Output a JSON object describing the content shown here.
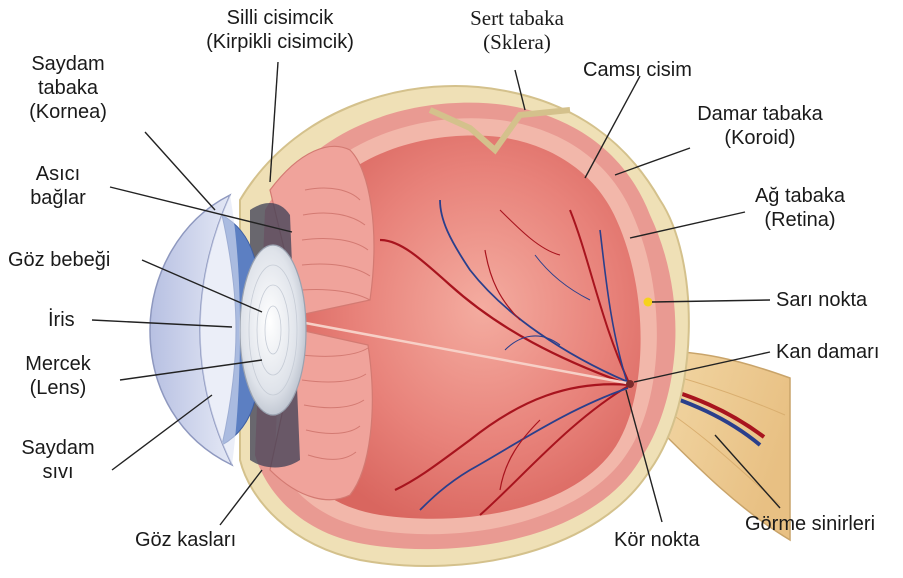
{
  "labels": {
    "silli_cisimcik": {
      "line1": "Silli cisimcik",
      "line2": "(Kirpikli cisimcik)"
    },
    "sert_tabaka": {
      "line1": "Sert tabaka",
      "line2": "(Sklera)"
    },
    "camsi_cisim": "Camsı cisim",
    "damar_tabaka": {
      "line1": "Damar tabaka",
      "line2": "(Koroid)"
    },
    "ag_tabaka": {
      "line1": "Ağ tabaka",
      "line2": "(Retina)"
    },
    "sari_nokta": "Sarı nokta",
    "kan_damari": "Kan damarı",
    "gorme_sinirleri": "Görme sinirleri",
    "kor_nokta": "Kör nokta",
    "goz_kaslari": "Göz kasları",
    "saydam_sivi": {
      "line1": "Saydam",
      "line2": "sıvı"
    },
    "mercek": {
      "line1": "Mercek",
      "line2": "(Lens)"
    },
    "iris": "İris",
    "goz_bebegi": "Göz bebeği",
    "asici_baglar": {
      "line1": "Asıcı",
      "line2": "bağlar"
    },
    "saydam_tabaka": {
      "line1": "Saydam",
      "line2": "tabaka",
      "line3": "(Kornea)"
    }
  },
  "colors": {
    "sclera": "#efe0b6",
    "choroid": "#e99a92",
    "retina": "#f2b7aa",
    "vitreous": "#e8827a",
    "vessel_red": "#a8141e",
    "vessel_blue": "#2a3f8c",
    "iris": "#5c7fc2",
    "cornea": "#c6cfe8",
    "macula": "#f6d21c"
  }
}
